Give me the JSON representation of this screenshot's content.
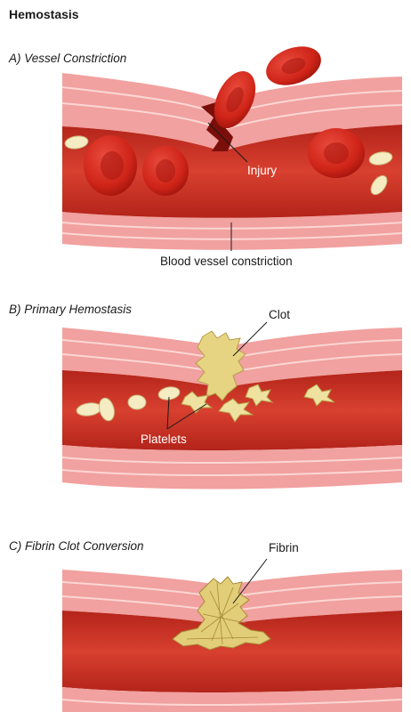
{
  "title": "Hemostasis",
  "panels": [
    {
      "heading": "A) Vessel Constriction",
      "labels": {
        "injury": "Injury",
        "constriction": "Blood vessel constriction"
      }
    },
    {
      "heading": "B) Primary Hemostasis",
      "labels": {
        "clot": "Clot",
        "platelets": "Platelets"
      }
    },
    {
      "heading": "C) Fibrin Clot Conversion",
      "labels": {
        "fibrin": "Fibrin"
      }
    }
  ],
  "colors": {
    "vessel_wall": "#f3a6a3",
    "wall_stripe": "#fbd6d3",
    "lumen": "#c93024",
    "lumen_dark": "#a51d14",
    "red_blood_cell": "#d42a20",
    "platelet": "#f5eac0",
    "clot": "#e6d483",
    "fibrin": "#d9c268"
  }
}
